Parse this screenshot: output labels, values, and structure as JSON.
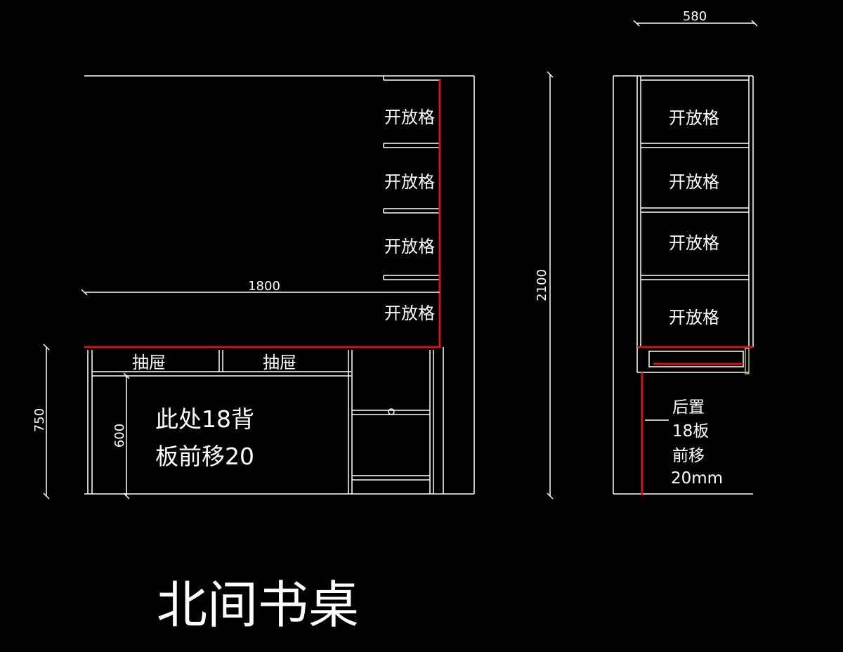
{
  "front_view": {
    "open_shelf_label": "开放格",
    "drawer_label": "抽屉",
    "width_dim": "1800",
    "height_dim": "750",
    "inner_height_dim": "600",
    "note_line1": "此处18背",
    "note_line2": "板前移20"
  },
  "side_view": {
    "open_shelf_label": "开放格",
    "depth_dim": "580",
    "height_dim": "2100",
    "note_lines": [
      "后置",
      "18板",
      "前移",
      "20mm"
    ]
  },
  "title": "北间书桌",
  "colors": {
    "background": "#000000",
    "lines": "#ffffff",
    "highlight": "#d8101a",
    "accent": "#a8c070"
  }
}
